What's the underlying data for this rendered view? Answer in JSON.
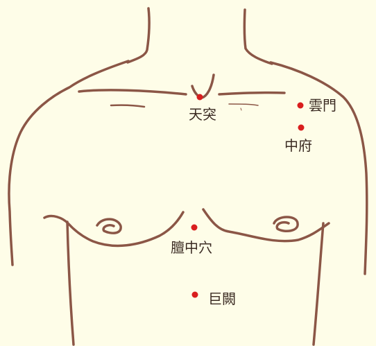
{
  "colors": {
    "background": "#fefde8",
    "outline": "#8b5646",
    "point": "#d91e1e",
    "label": "#3a2a22"
  },
  "points": [
    {
      "key": "tiantu",
      "label": "天突"
    },
    {
      "key": "yunmen",
      "label": "雲門"
    },
    {
      "key": "zhongfu",
      "label": "中府"
    },
    {
      "key": "danzhong",
      "label": "膻中穴"
    },
    {
      "key": "juque",
      "label": "巨闕"
    }
  ]
}
